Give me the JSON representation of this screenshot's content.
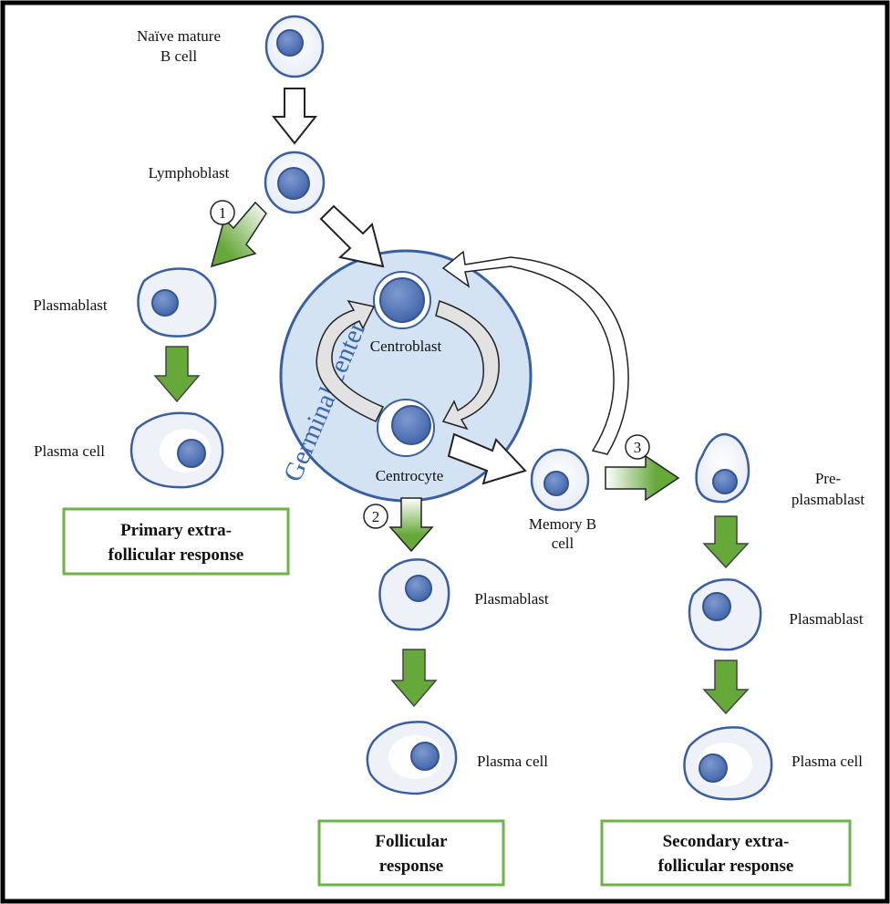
{
  "labels": {
    "naive": [
      "Naïve mature",
      "B cell"
    ],
    "lymphoblast": "Lymphoblast",
    "plasmablast_primary": "Plasmablast",
    "plasma_primary": "Plasma cell",
    "germinal_center": "Germinal center",
    "centroblast": "Centroblast",
    "centrocyte": "Centrocyte",
    "memory": [
      "Memory B",
      "cell"
    ],
    "preplasmablast": [
      "Pre-",
      "plasmablast"
    ],
    "plasmablast_follicular": "Plasmablast",
    "plasma_follicular": "Plasma cell",
    "plasmablast_secondary": "Plasmablast",
    "plasma_secondary": "Plasma cell"
  },
  "steps": [
    "1",
    "2",
    "3"
  ],
  "responses": {
    "primary": [
      "Primary extra-",
      "follicular response"
    ],
    "follicular": [
      "Follicular",
      "response"
    ],
    "secondary": [
      "Secondary extra-",
      "follicular response"
    ]
  },
  "colors": {
    "cell_outline": "#3a5fa0",
    "cell_fill": "#eef1f7",
    "nucleus": "#4f73b8",
    "gc_fill": "#d3e3f3",
    "gc_outline": "#3a5fa0",
    "green": "#66a83a",
    "box_border": "#6db347"
  }
}
